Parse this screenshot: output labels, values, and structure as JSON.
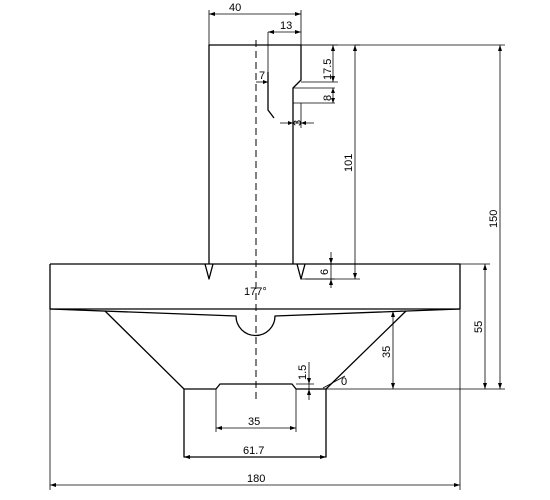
{
  "drawing": {
    "dimensions": {
      "top_width": "40",
      "offset_13": "13",
      "depth_7": "7",
      "height_17_5": "17.5",
      "height_8": "8",
      "offset_3": "3",
      "height_101": "101",
      "height_150": "150",
      "height_6": "6",
      "angle_177": "177°",
      "height_55": "55",
      "height_35": "35",
      "height_1_5": "1.5",
      "zero": "0",
      "slot_35": "35",
      "bottom_61_7": "61.7",
      "overall_180": "180"
    }
  }
}
